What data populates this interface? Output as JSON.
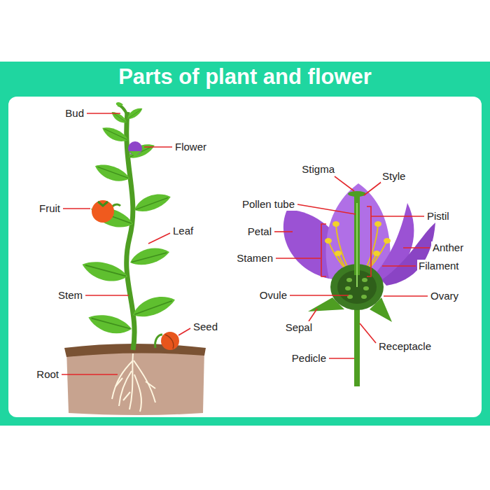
{
  "diagram": {
    "title": "Parts of plant and flower",
    "labels": [
      "Bud",
      "Flower",
      "Fruit",
      "Leaf",
      "Stem",
      "Seed",
      "Root",
      "Stigma",
      "Style",
      "Pollen tube",
      "Pistil",
      "Petal",
      "Anther",
      "Stamen",
      "Filament",
      "Ovule",
      "Ovary",
      "Sepal",
      "Receptacle",
      "Pedicle"
    ]
  }
}
